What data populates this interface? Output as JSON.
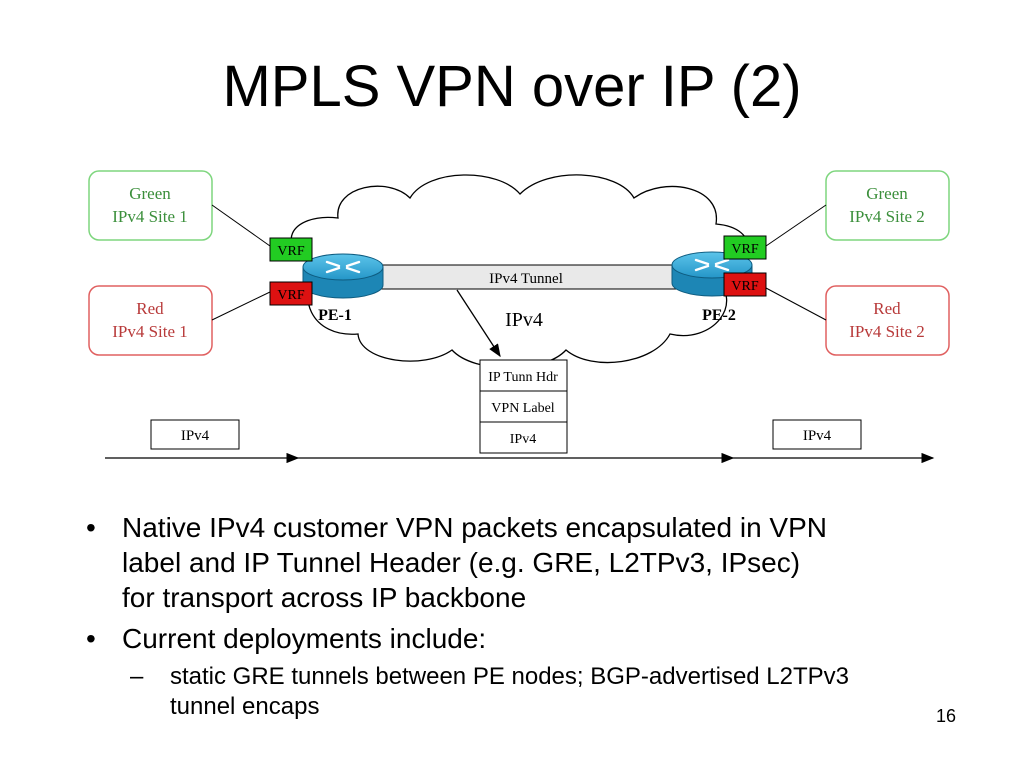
{
  "slide": {
    "title": "MPLS VPN over IP (2)",
    "page_number": "16"
  },
  "diagram": {
    "sites": {
      "green_1": [
        "Green",
        "IPv4 Site 1"
      ],
      "red_1": [
        "Red",
        "IPv4 Site 1"
      ],
      "green_2": [
        "Green",
        "IPv4 Site 2"
      ],
      "red_2": [
        "Red",
        "IPv4 Site 2"
      ]
    },
    "vrf_label": "VRF",
    "routers": {
      "pe1": "PE-1",
      "pe2": "PE-2"
    },
    "cloud_label": "IPv4",
    "tunnel_label": "IPv4 Tunnel",
    "packet_stack": [
      "IP Tunn Hdr",
      "VPN Label",
      "IPv4"
    ],
    "left_packet": "IPv4",
    "right_packet": "IPv4",
    "colors": {
      "green_site_border": "#7ed67e",
      "green_site_text": "#3b8f3b",
      "red_site_border": "#e06060",
      "red_site_text": "#b83a3a",
      "vrf_green": "#22cc22",
      "vrf_red": "#dd1111",
      "router_blue": "#2ba6d6"
    }
  },
  "bullets": [
    {
      "lines": [
        "Native IPv4 customer VPN packets encapsulated in VPN",
        "label and IP Tunnel Header (e.g. GRE, L2TPv3, IPsec)",
        "for transport across IP backbone"
      ],
      "sub": []
    },
    {
      "lines": [
        "Current deployments include:"
      ],
      "sub": [
        {
          "lines": [
            "static GRE tunnels between PE nodes; BGP-advertised L2TPv3",
            "tunnel encaps"
          ]
        }
      ]
    }
  ]
}
